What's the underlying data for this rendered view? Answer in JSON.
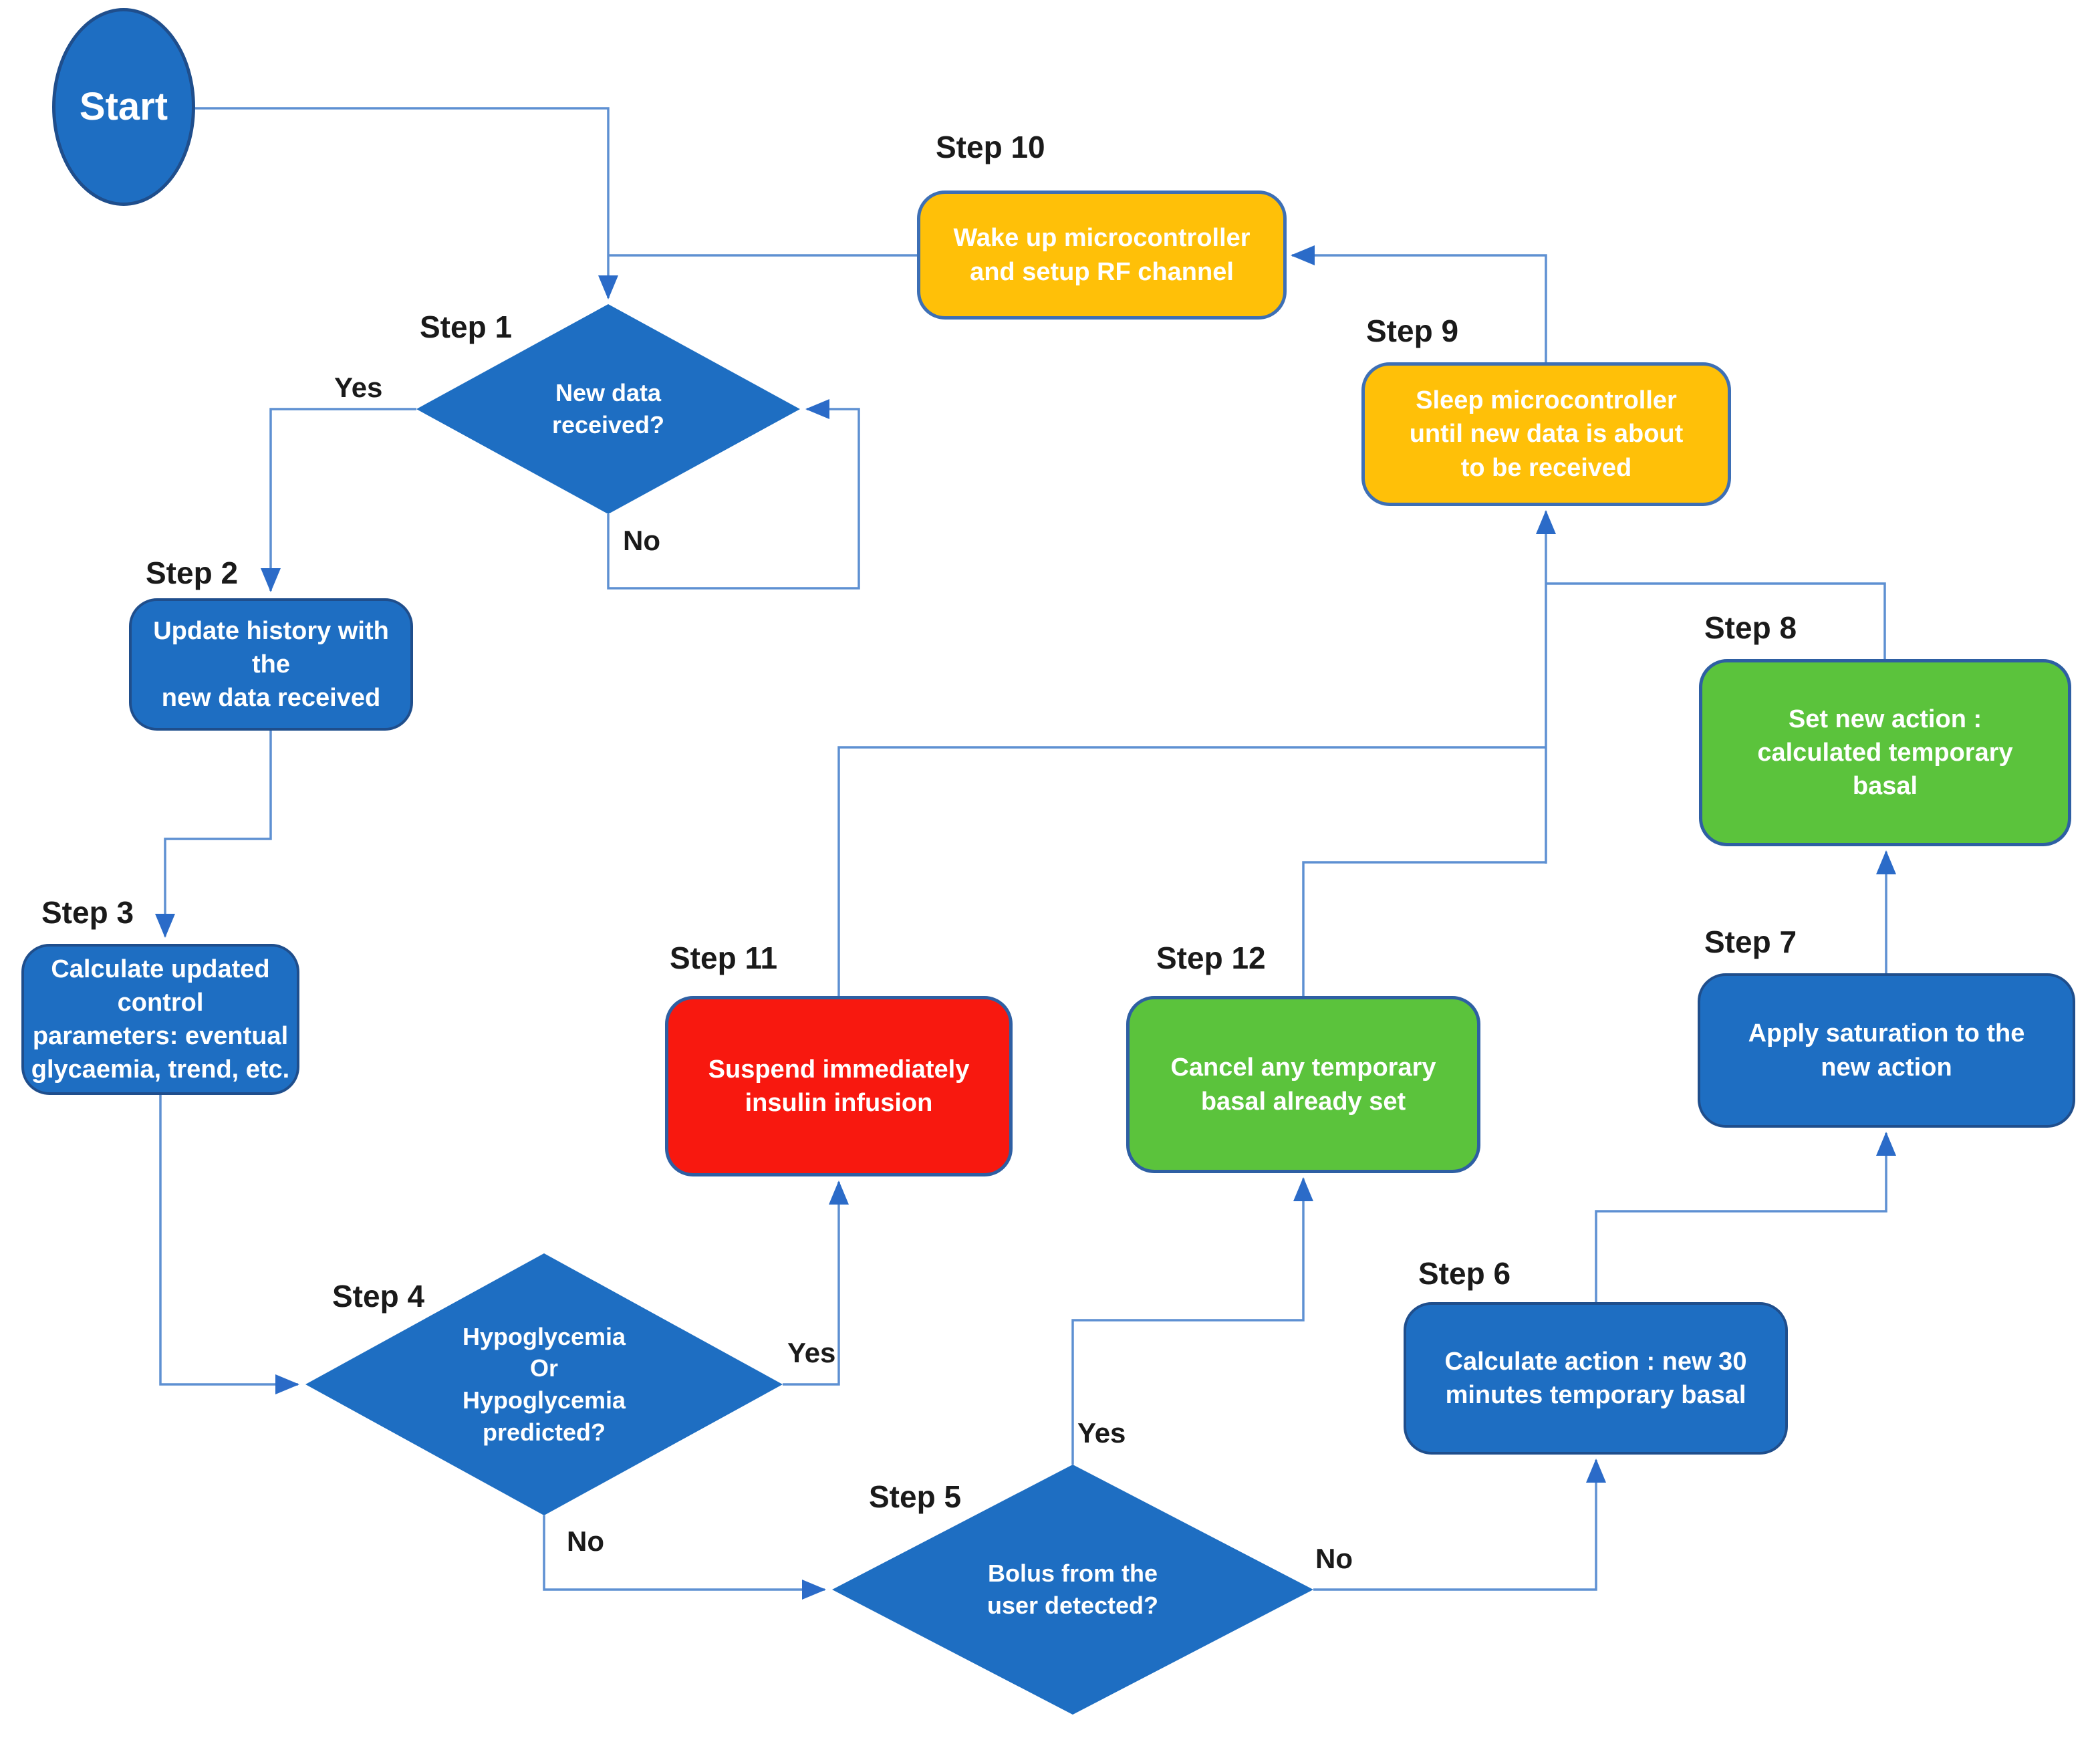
{
  "colors": {
    "process_blue": "#1E6EC2",
    "orange": "#FFC008",
    "green": "#5BC33C",
    "red": "#F8180F",
    "shape_border": "#1F4E8C",
    "connector_line": "#5E90D2",
    "arrowhead": "#2B6BC8",
    "label_text": "#1a1a1a",
    "node_text": "#ffffff"
  },
  "nodes": {
    "start": {
      "step_label": "",
      "text": "Start"
    },
    "step1": {
      "step_label": "Step 1",
      "text": "New data\nreceived?"
    },
    "step2": {
      "step_label": "Step 2",
      "text": "Update history with the\nnew data received"
    },
    "step3": {
      "step_label": "Step 3",
      "text": "Calculate updated control\nparameters: eventual\nglycaemia, trend, etc."
    },
    "step4": {
      "step_label": "Step 4",
      "text": "Hypoglycemia\nOr\nHypoglycemia\npredicted?"
    },
    "step5": {
      "step_label": "Step 5",
      "text": "Bolus from the\nuser detected?"
    },
    "step6": {
      "step_label": "Step 6",
      "text": "Calculate action : new 30\nminutes temporary basal"
    },
    "step7": {
      "step_label": "Step 7",
      "text": "Apply saturation to the\nnew action"
    },
    "step8": {
      "step_label": "Step 8",
      "text": "Set new action :\ncalculated temporary\nbasal"
    },
    "step9": {
      "step_label": "Step 9",
      "text": "Sleep microcontroller\nuntil new data is about\nto be received"
    },
    "step10": {
      "step_label": "Step 10",
      "text": "Wake up microcontroller\nand setup RF channel"
    },
    "step11": {
      "step_label": "Step 11",
      "text": "Suspend immediately\ninsulin infusion"
    },
    "step12": {
      "step_label": "Step 12",
      "text": "Cancel any temporary\nbasal already set"
    }
  },
  "edge_labels": {
    "step1_yes": "Yes",
    "step1_no": "No",
    "step4_yes": "Yes",
    "step4_no": "No",
    "step5_yes": "Yes",
    "step5_no": "No"
  }
}
